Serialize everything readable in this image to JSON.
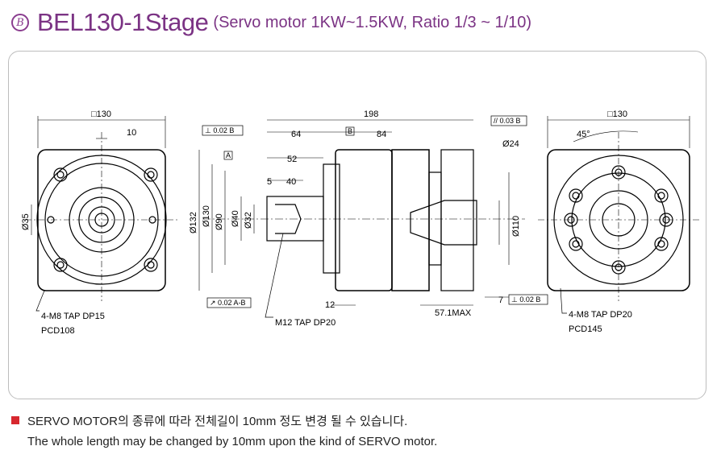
{
  "header": {
    "badge": "B",
    "title": "BEL130-1Stage",
    "subtitle": "(Servo motor 1KW~1.5KW, Ratio 1/3 ~ 1/10)"
  },
  "left_view": {
    "square": "□130",
    "key": "10",
    "bore": "Ø35",
    "tap_note": "4-M8 TAP DP15",
    "pcd_note": "PCD108"
  },
  "side_view": {
    "overall": "198",
    "len64": "64",
    "len84": "84",
    "len52": "52",
    "len40": "40",
    "len5": "5",
    "len12": "12",
    "len57": "57.1MAX",
    "len7": "7",
    "d132": "Ø132",
    "d130": "Ø130",
    "d90": "Ø90",
    "d40": "Ø40",
    "d32": "Ø32",
    "d24": "Ø24",
    "d110": "Ø110",
    "tap": "M12 TAP DP20",
    "gtol1": "⊥ 0.02 B",
    "gtol2": "// 0.03 B",
    "gtol3": "⊥ 0.02 B",
    "gtol4": "↗ 0.02 A-B",
    "datum_a": "A",
    "datum_b": "B"
  },
  "right_view": {
    "square": "□130",
    "angle": "45°",
    "tap_note": "4-M8 TAP DP20",
    "pcd_note": "PCD145"
  },
  "notes": {
    "korean": "SERVO MOTOR의 종류에 따라 전체길이 10mm 정도 변경 될 수 있습니다.",
    "english": "The whole length may be changed by 10mm upon the kind of SERVO motor."
  },
  "colors": {
    "accent": "#7b3384",
    "marker": "#d7282f"
  }
}
